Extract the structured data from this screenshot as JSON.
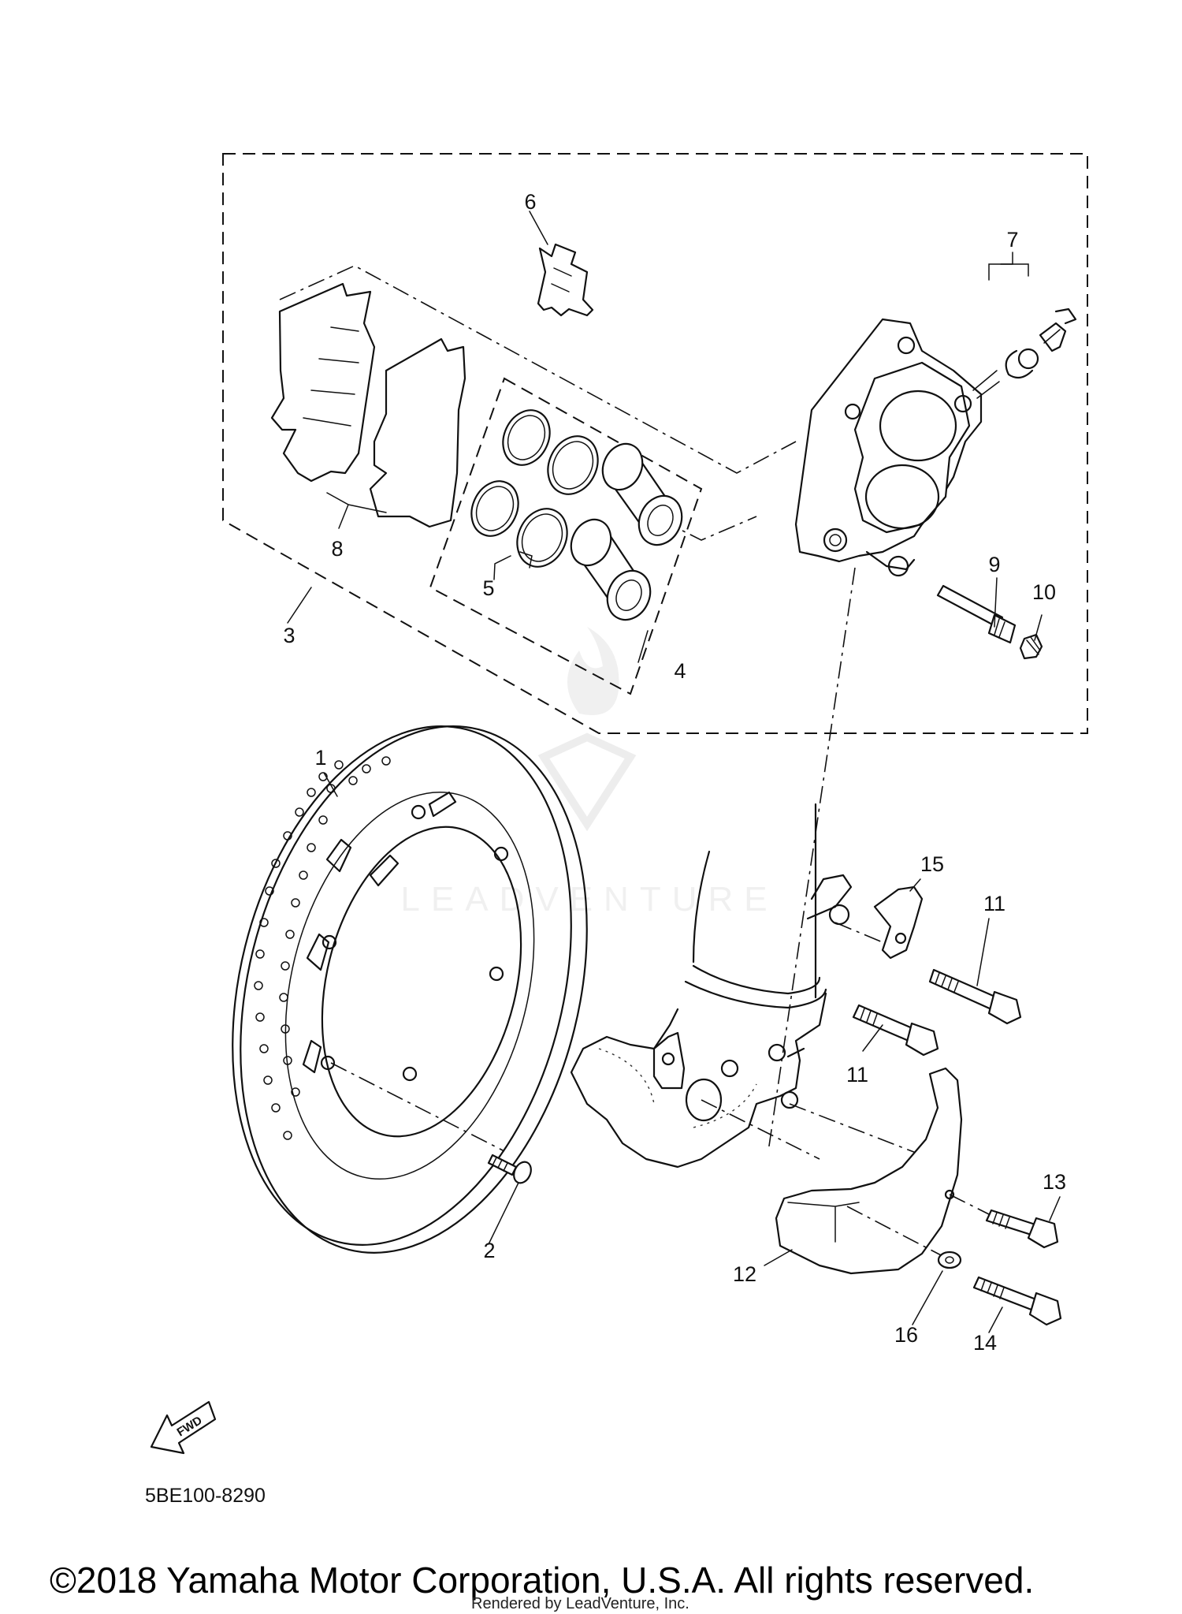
{
  "diagram": {
    "labels": {
      "p1": "1",
      "p2": "2",
      "p3": "3",
      "p4": "4",
      "p5": "5",
      "p6": "6",
      "p7": "7",
      "p8": "8",
      "p9": "9",
      "p10": "10",
      "p11a": "11",
      "p11b": "11",
      "p12": "12",
      "p13": "13",
      "p14": "14",
      "p15": "15",
      "p16": "16"
    },
    "fwd_arrow_text": "FWD",
    "diagram_code": "5BE100-8290",
    "watermark": "LEADVENTURE"
  },
  "footer": {
    "copyright": "©2018 Yamaha Motor Corporation, U.S.A. All rights reserved.",
    "rendered_by": "Rendered by LeadVenture, Inc."
  }
}
